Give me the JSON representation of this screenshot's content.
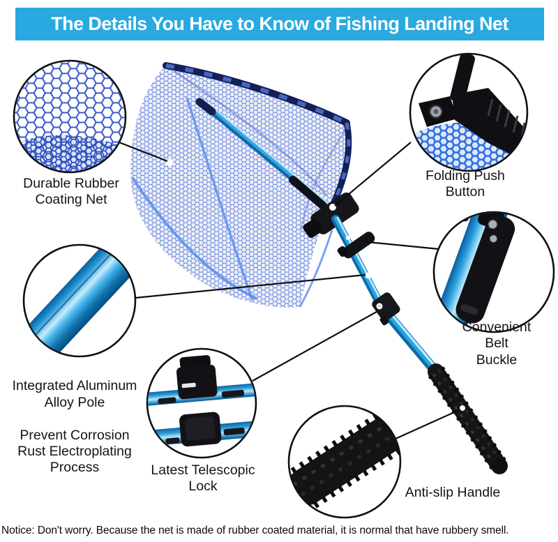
{
  "banner": {
    "title": "The Details You Have to Know of Fishing Landing Net",
    "bg_color": "#29a9e0",
    "text_color": "#ffffff"
  },
  "callouts": {
    "rubber_net": {
      "label": "Durable Rubber\nCoating Net"
    },
    "push_button": {
      "label": "Folding Push Button"
    },
    "aluminum_pole": {
      "label_top": "Integrated Aluminum\nAlloy Pole",
      "label_bottom": "Prevent Corrosion\nRust Electroplating\nProcess"
    },
    "belt_buckle": {
      "label": "Convenient Belt\nBuckle"
    },
    "telescopic_lock": {
      "label": "Latest Telescopic\nLock"
    },
    "anti_slip_handle": {
      "label": "Anti-slip Handle"
    }
  },
  "notice": {
    "text": "Notice: Don't worry. Because the net is made of rubber coated material, it is normal that have rubbery smell."
  },
  "product": {
    "name": "Fishing Landing Net",
    "colors": {
      "net_mesh_blue": "#5b7fd4",
      "net_rim_navy": "#141f55",
      "pole_blue": "#2ea2e0",
      "hardware_black": "#141414"
    }
  }
}
